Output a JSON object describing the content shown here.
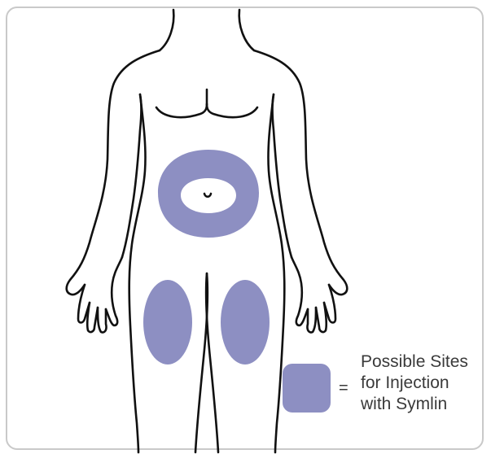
{
  "legend": {
    "equals": "=",
    "lines": [
      "Possible Sites",
      "for Injection",
      "with Symlin"
    ]
  },
  "colors": {
    "site_fill": "#8d8fc2",
    "outline": "#111111",
    "frame_border": "#c9c9c9"
  },
  "icons": [
    "human-body-outline",
    "injection-site-swatch"
  ]
}
